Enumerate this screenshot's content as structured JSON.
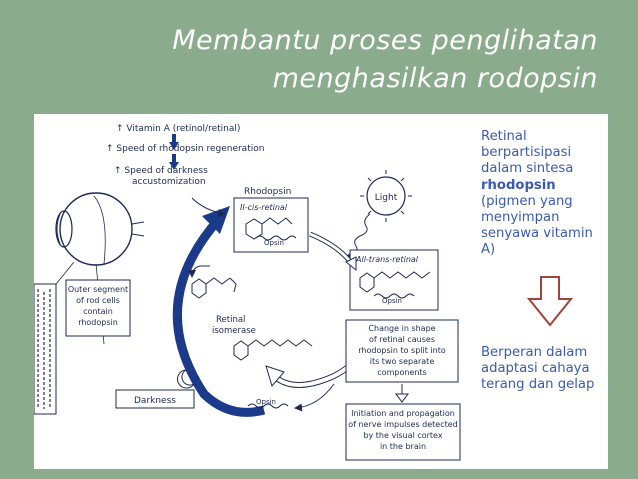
{
  "slide": {
    "title_line1": "Membantu proses penglihatan",
    "title_line2": "menghasilkan rodopsin",
    "side_text_1_pre": "Retinal berpartisipasi dalam sintesa ",
    "side_text_1_bold": "rhodopsin",
    "side_text_1_post": " (pigmen yang menyimpan senyawa vitamin A)",
    "side_text_2": "Berperan dalam adaptasi cahaya terang dan gelap"
  },
  "diagram": {
    "legend_1": "↑ Vitamin A (retinol/retinal)",
    "legend_2": "↑ Speed of rhodopsin regeneration",
    "legend_3a": "↑ Speed of darkness",
    "legend_3b": "accustomization",
    "rhodopsin": "Rhodopsin",
    "cis_retinal": "II-cis-retinal",
    "light": "Light",
    "all_trans": "All-trans-retinal",
    "opsin": "Opsin",
    "outer_1": "Outer segment",
    "outer_2": "of rod cells",
    "outer_3": "contain",
    "outer_4": "rhodopsin",
    "retinal_iso_1": "Retinal",
    "retinal_iso_2": "isomerase",
    "change_1": "Change in shape",
    "change_2": "of retinal causes",
    "change_3": "rhodopsin to split into",
    "change_4": "its two separate",
    "change_5": "components",
    "darkness": "Darkness",
    "init_1": "Initiation and propagation",
    "init_2": "of nerve impulses detected",
    "init_3": "by the visual cortex",
    "init_4": "in the brain"
  },
  "colors": {
    "background": "#8aac8c",
    "accent_blue": "#1c3a8a",
    "side_text": "#3b5bb3",
    "arrow_fill": "#ffffff",
    "arrow_stroke": "#a0453a"
  }
}
